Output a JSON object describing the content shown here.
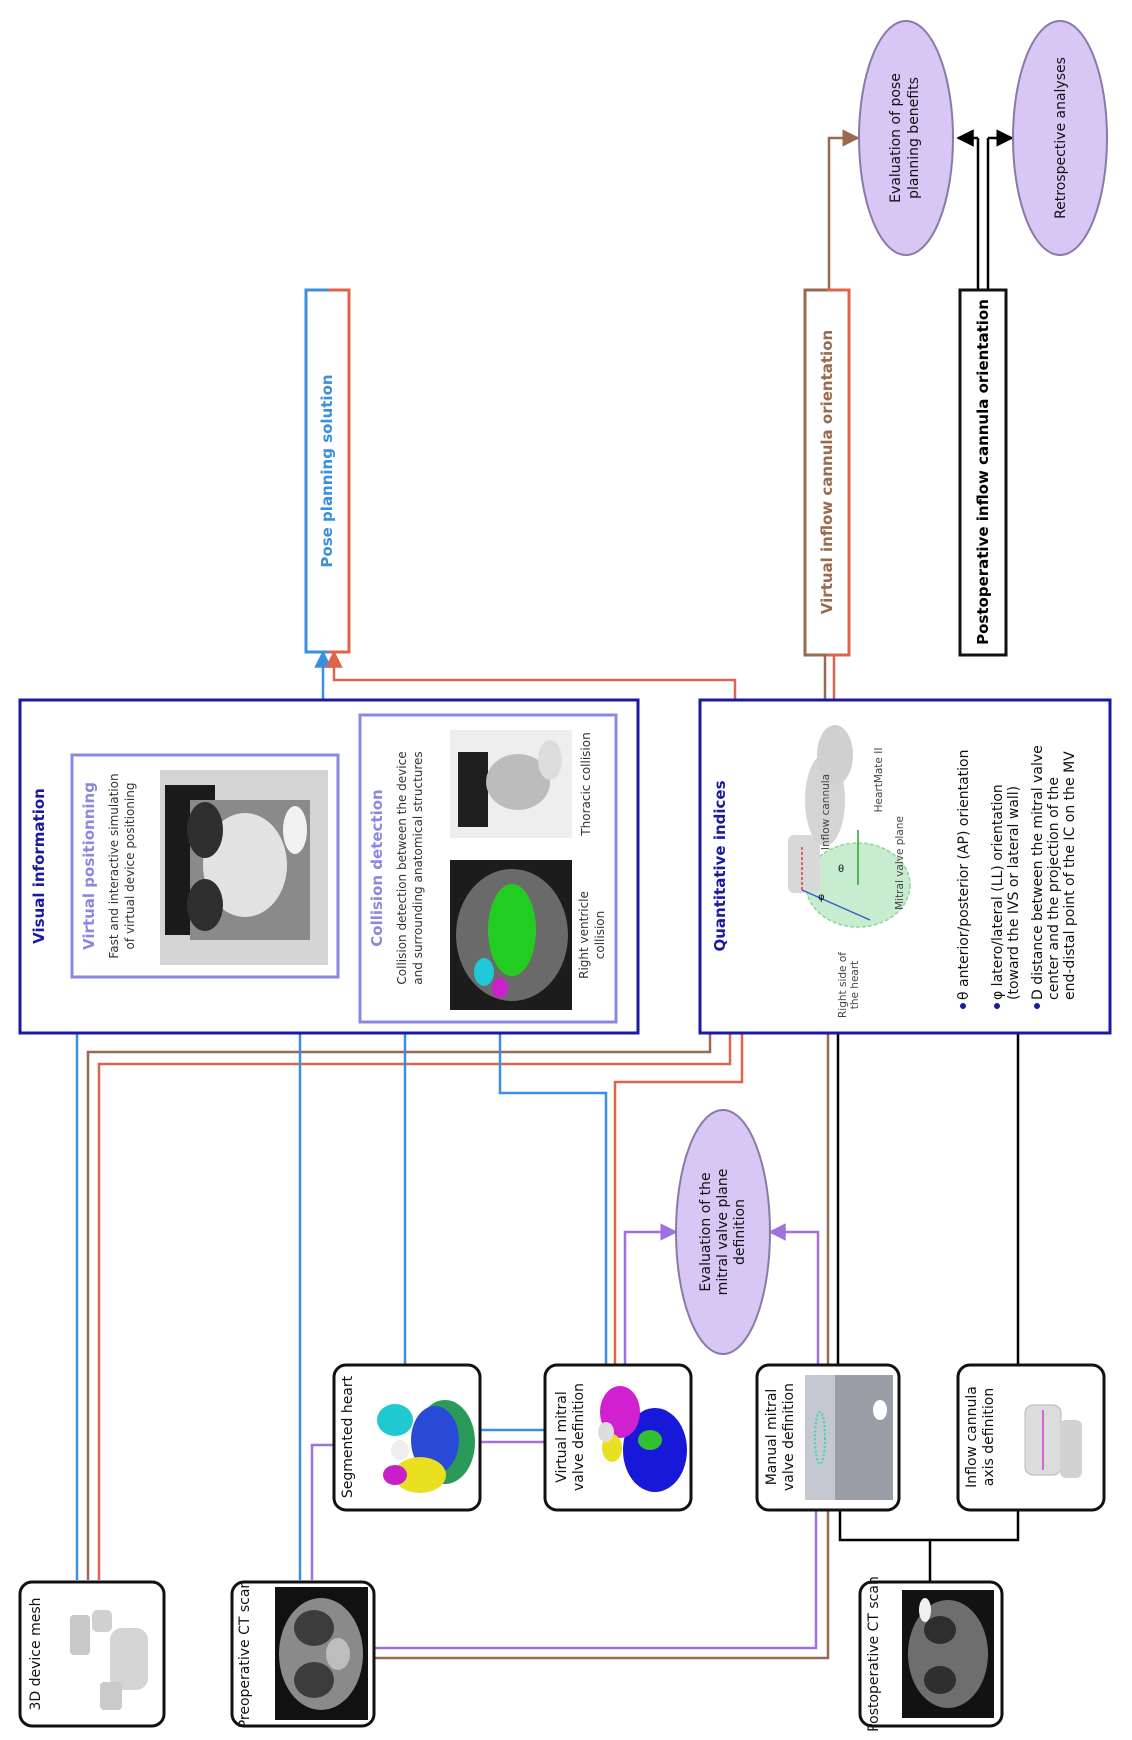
{
  "nodes": {
    "device_mesh": "3D device mesh",
    "preop_ct": "Preoperative CT scan",
    "segmented_heart": "Segmented heart",
    "virtual_mv": "Virtual mitral valve definition",
    "manual_mv": "Manual mitral valve definition",
    "inflow_axis": "Inflow cannula axis definition",
    "postop_ct": "Postoperative CT scan"
  },
  "visual": {
    "title": "Visual information",
    "positioning_title": "Virtual positionning",
    "positioning_desc_1": "Fast and interactive simulation",
    "positioning_desc_2": "of virtual device positioning",
    "collision_title": "Collision detection",
    "collision_desc_1": "Collision detection between the device",
    "collision_desc_2": "and surrounding anatomical structures",
    "thoracic_label": "Thoracic collision",
    "rv_label_1": "Right ventricle",
    "rv_label_2": "collision"
  },
  "quant": {
    "title": "Quantitative indices",
    "idx1": "θ anterior/posterior (AP) orientation",
    "idx2a": "φ latero/lateral (LL) orientation",
    "idx2b": "(toward the IVS or lateral wall)",
    "idx3a": "D distance between the mitral valve",
    "idx3b": "center and the projection of the",
    "idx3c": "end-distal point of the IC on the MV",
    "fig_inflow": "Inflow cannula",
    "fig_heartmate": "HeartMate II",
    "fig_mv_plane": "Mitral valve plane",
    "fig_right_side_1": "Right side of",
    "fig_right_side_2": "the heart"
  },
  "outputs": {
    "pose": "Pose planning solution",
    "virtual_inflow": "Virtual inflow cannula orientation",
    "postop_inflow": "Postoperative inflow cannula orientation"
  },
  "evaluations": {
    "mv_plane_1": "Evaluation of the",
    "mv_plane_2": "mitral valve plane",
    "mv_plane_3": "definition",
    "pose_1": "Evaluation of pose",
    "pose_2": "planning benefits",
    "retro": "Retrospective analyses"
  },
  "colors": {
    "visual_link": "#3a8fe0",
    "quant_link": "#e0634c",
    "device_link": "#9a6a50",
    "evaluation_link": "#a070e0",
    "postop_link": "#000000"
  }
}
